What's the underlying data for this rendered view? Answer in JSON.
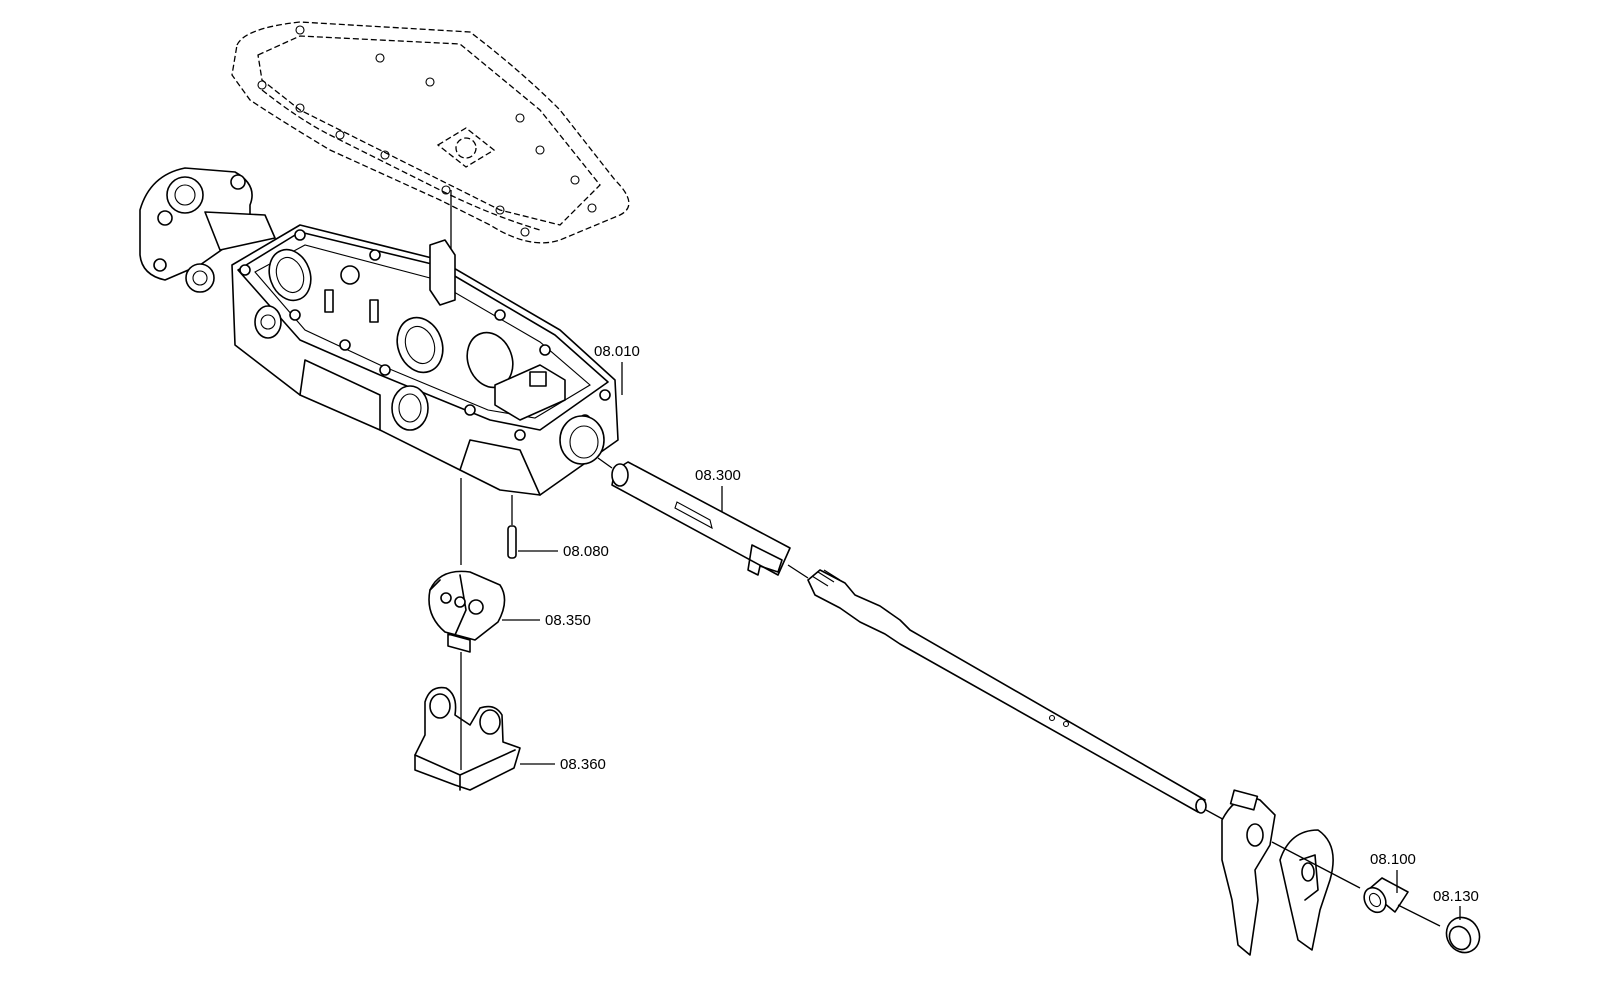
{
  "diagram": {
    "labels": {
      "p08_010": "08.010",
      "p08_300": "08.300",
      "p08_080": "08.080",
      "p08_350": "08.350",
      "p08_360": "08.360",
      "p08_100": "08.100",
      "p08_130": "08.130"
    }
  }
}
